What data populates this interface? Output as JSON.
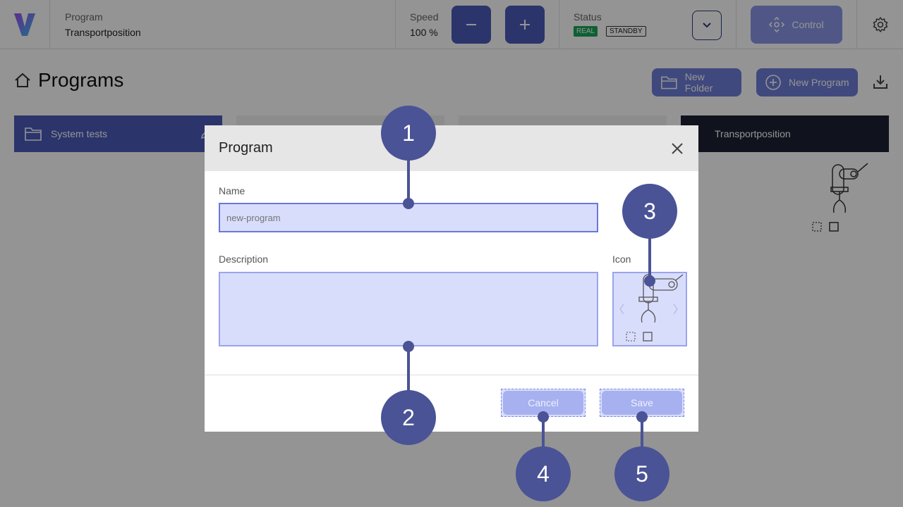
{
  "topbar": {
    "program_label": "Program",
    "program_value": "Transportposition",
    "speed_label": "Speed",
    "speed_value": "100 %",
    "status_label": "Status",
    "status_real": "REAL",
    "status_standby": "STANDBY",
    "control_label": "Control"
  },
  "page": {
    "title": "Programs",
    "new_folder_label": "New Folder",
    "new_program_label": "New Program"
  },
  "cards": [
    {
      "label": "System tests"
    },
    {
      "label": ""
    },
    {
      "label": ""
    },
    {
      "label": "Transportposition"
    }
  ],
  "modal": {
    "title": "Program",
    "name_label": "Name",
    "name_placeholder": "new-program",
    "description_label": "Description",
    "icon_label": "Icon",
    "cancel_label": "Cancel",
    "save_label": "Save"
  },
  "callouts": [
    "1",
    "2",
    "3",
    "4",
    "5"
  ],
  "colors": {
    "brand": "#4a5ab8",
    "status_real": "#1aa55a",
    "callout": "#4a5395"
  }
}
